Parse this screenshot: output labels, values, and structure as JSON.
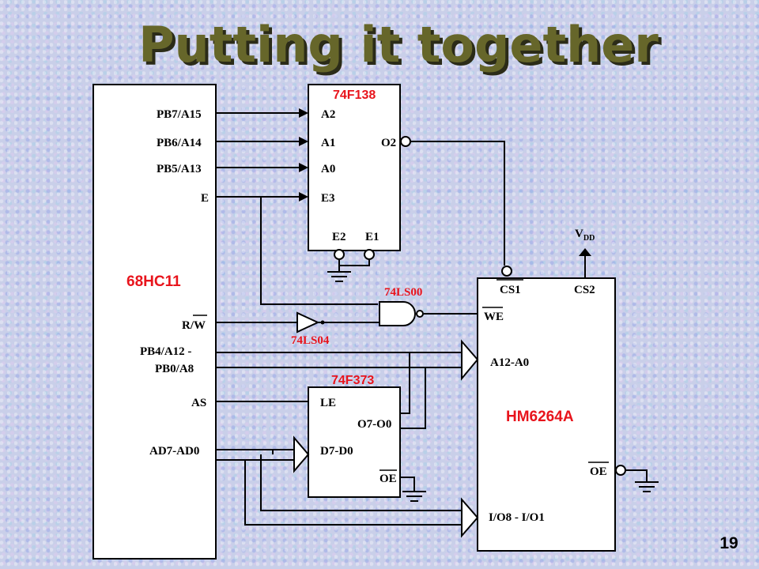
{
  "title": "Putting it together",
  "page_number": "19",
  "colors": {
    "red": "#e8141c",
    "title": "#66662a",
    "ink": "#000000"
  },
  "mcu": {
    "name": "68HC11",
    "pins": {
      "pb7": "PB7/A15",
      "pb6": "PB6/A14",
      "pb5": "PB5/A13",
      "e": "E",
      "rw": "R/W",
      "pb4": "PB4/A12 -",
      "pb0": "PB0/A8",
      "as": "AS",
      "ad": "AD7-AD0"
    }
  },
  "decoder": {
    "name": "74F138",
    "pins": {
      "a2": "A2",
      "a1": "A1",
      "a0": "A0",
      "e3": "E3",
      "o2": "O2",
      "e2": "E2",
      "e1": "E1"
    }
  },
  "latch": {
    "name": "74F373",
    "pins": {
      "le": "LE",
      "o": "O7-O0",
      "d": "D7-D0",
      "oe": "OE"
    }
  },
  "memory": {
    "name": "HM6264A",
    "pins": {
      "cs1": "CS1",
      "cs2": "CS2",
      "we": "WE",
      "addr": "A12-A0",
      "oe": "OE",
      "io": "I/O8 - I/O1"
    },
    "vdd_main": "V",
    "vdd_sub": "DD"
  },
  "gates": {
    "nand": "74LS00",
    "inverter": "74LS04"
  }
}
